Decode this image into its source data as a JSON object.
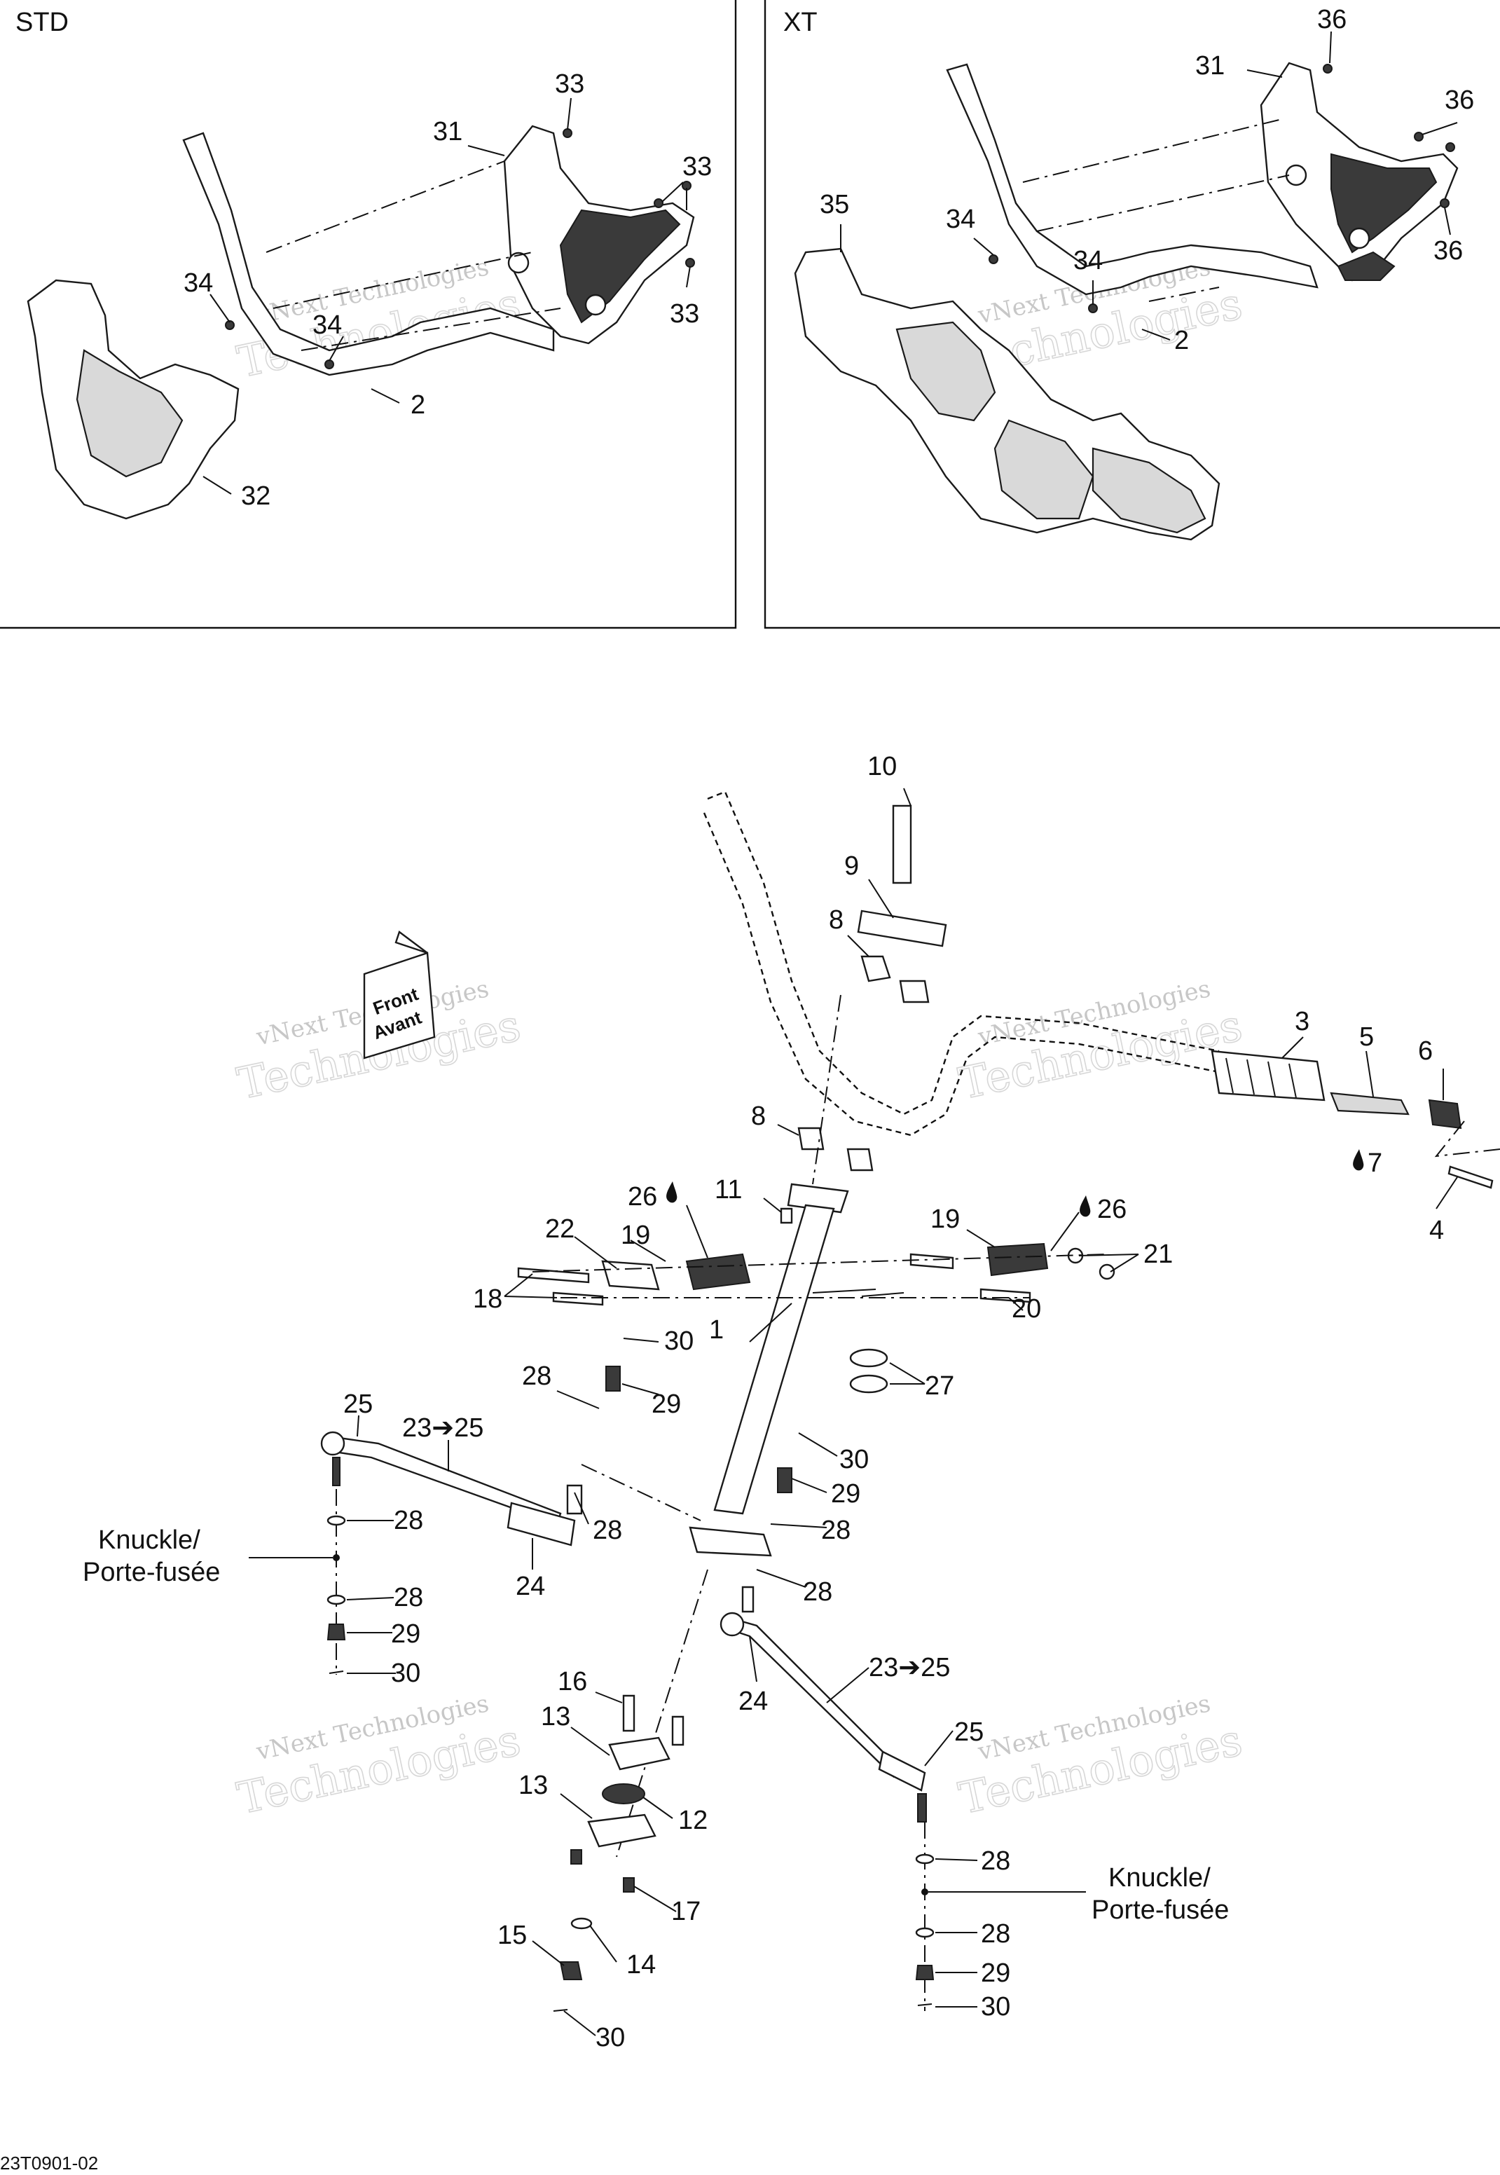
{
  "panels": {
    "std_label": "STD",
    "xt_label": "XT"
  },
  "watermark": {
    "line1": "vNext Technologies",
    "line2": "Technologies"
  },
  "front_arrow": {
    "line1": "Front",
    "line2": "Avant"
  },
  "knuckle": {
    "line1": "Knuckle/",
    "line2": "Porte-fusée"
  },
  "drawing_code": "23T0901-02",
  "callouts_std": [
    {
      "id": "std-31",
      "text": "31"
    },
    {
      "id": "std-33a",
      "text": "33"
    },
    {
      "id": "std-33b",
      "text": "33"
    },
    {
      "id": "std-33c",
      "text": "33"
    },
    {
      "id": "std-34a",
      "text": "34"
    },
    {
      "id": "std-34b",
      "text": "34"
    },
    {
      "id": "std-2",
      "text": "2"
    },
    {
      "id": "std-32",
      "text": "32"
    }
  ],
  "callouts_xt": [
    {
      "id": "xt-36a",
      "text": "36"
    },
    {
      "id": "xt-31",
      "text": "31"
    },
    {
      "id": "xt-36b",
      "text": "36"
    },
    {
      "id": "xt-36c",
      "text": "36"
    },
    {
      "id": "xt-35",
      "text": "35"
    },
    {
      "id": "xt-34a",
      "text": "34"
    },
    {
      "id": "xt-34b",
      "text": "34"
    },
    {
      "id": "xt-2",
      "text": "2"
    }
  ],
  "callouts_main": [
    {
      "id": "m-10",
      "text": "10"
    },
    {
      "id": "m-9",
      "text": "9"
    },
    {
      "id": "m-8a",
      "text": "8"
    },
    {
      "id": "m-3",
      "text": "3"
    },
    {
      "id": "m-5",
      "text": "5"
    },
    {
      "id": "m-6",
      "text": "6"
    },
    {
      "id": "m-7",
      "text": "7"
    },
    {
      "id": "m-4",
      "text": "4"
    },
    {
      "id": "m-8b",
      "text": "8"
    },
    {
      "id": "m-26a",
      "text": "26"
    },
    {
      "id": "m-11",
      "text": "11"
    },
    {
      "id": "m-19a",
      "text": "19"
    },
    {
      "id": "m-22",
      "text": "22"
    },
    {
      "id": "m-18",
      "text": "18"
    },
    {
      "id": "m-19b",
      "text": "19"
    },
    {
      "id": "m-26b",
      "text": "26"
    },
    {
      "id": "m-21",
      "text": "21"
    },
    {
      "id": "m-20",
      "text": "20"
    },
    {
      "id": "m-1",
      "text": "1"
    },
    {
      "id": "m-30a",
      "text": "30"
    },
    {
      "id": "m-28a",
      "text": "28"
    },
    {
      "id": "m-29a",
      "text": "29"
    },
    {
      "id": "m-27",
      "text": "27"
    },
    {
      "id": "m-25a",
      "text": "25"
    },
    {
      "id": "m-2325a",
      "text": "23➔25"
    },
    {
      "id": "m-30b",
      "text": "30"
    },
    {
      "id": "m-29b",
      "text": "29"
    },
    {
      "id": "m-28b",
      "text": "28"
    },
    {
      "id": "m-28c",
      "text": "28"
    },
    {
      "id": "m-28d",
      "text": "28"
    },
    {
      "id": "m-24a",
      "text": "24"
    },
    {
      "id": "m-28e",
      "text": "28"
    },
    {
      "id": "m-28f",
      "text": "28"
    },
    {
      "id": "m-29c",
      "text": "29"
    },
    {
      "id": "m-30c",
      "text": "30"
    },
    {
      "id": "m-24b",
      "text": "24"
    },
    {
      "id": "m-2325b",
      "text": "23➔25"
    },
    {
      "id": "m-25b",
      "text": "25"
    },
    {
      "id": "m-16",
      "text": "16"
    },
    {
      "id": "m-13a",
      "text": "13"
    },
    {
      "id": "m-13b",
      "text": "13"
    },
    {
      "id": "m-12",
      "text": "12"
    },
    {
      "id": "m-17",
      "text": "17"
    },
    {
      "id": "m-15",
      "text": "15"
    },
    {
      "id": "m-14",
      "text": "14"
    },
    {
      "id": "m-30d",
      "text": "30"
    },
    {
      "id": "m-28g",
      "text": "28"
    },
    {
      "id": "m-28h",
      "text": "28"
    },
    {
      "id": "m-29d",
      "text": "29"
    },
    {
      "id": "m-30e",
      "text": "30"
    }
  ]
}
